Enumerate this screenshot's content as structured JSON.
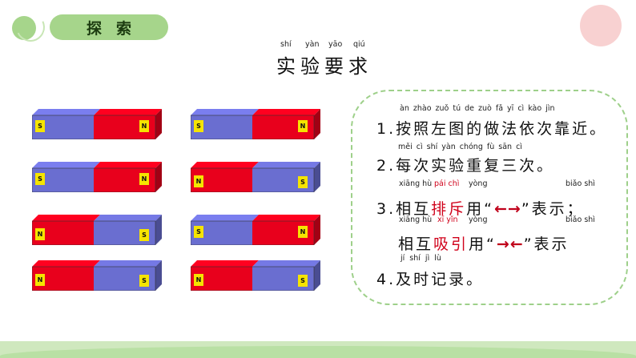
{
  "header": {
    "label": "探索"
  },
  "title": {
    "pinyin": [
      "shí",
      "yàn",
      "yāo",
      "qiú"
    ],
    "text": "实验要求"
  },
  "magnets": [
    {
      "left": "S",
      "right": "N",
      "left_color": "#6a6ed0",
      "right_color": "#e8001c"
    },
    {
      "left": "S",
      "right": "N",
      "left_color": "#6a6ed0",
      "right_color": "#e8001c"
    },
    {
      "left": "S",
      "right": "N",
      "left_color": "#6a6ed0",
      "right_color": "#e8001c"
    },
    {
      "left": "N",
      "right": "S",
      "left_color": "#e8001c",
      "right_color": "#6a6ed0"
    },
    {
      "left": "N",
      "right": "S",
      "left_color": "#e8001c",
      "right_color": "#6a6ed0"
    },
    {
      "left": "S",
      "right": "N",
      "left_color": "#6a6ed0",
      "right_color": "#e8001c"
    },
    {
      "left": "N",
      "right": "S",
      "left_color": "#e8001c",
      "right_color": "#6a6ed0"
    },
    {
      "left": "N",
      "right": "S",
      "left_color": "#e8001c",
      "right_color": "#6a6ed0"
    }
  ],
  "requirements": {
    "line1": {
      "pinyin": "àn zhào zuǒ tú  de zuò  fǎ   yī  cì  kào  jìn",
      "text": "1.按照左图的做法依次靠近。"
    },
    "line2": {
      "pinyin": "měi  cì  shí yàn chóng fù  sān  cì",
      "text": "2.每次实验重复三次。"
    },
    "line3": {
      "pinyin_a": "xiāng hù",
      "pinyin_red": "pái  chì",
      "pinyin_b": "yòng",
      "pinyin_c": "biǎo  shì",
      "prefix": "3.相互",
      "red": "排斥",
      "mid": "用“",
      "arrows": "←→",
      "suffix": "”表示；"
    },
    "line4": {
      "pinyin_a": "xiāng hù",
      "pinyin_red": "xī   yǐn",
      "pinyin_b": "yòng",
      "pinyin_c": "biǎo  shì",
      "prefix": "相互",
      "red": "吸引",
      "mid": "用“",
      "arrows": "→←",
      "suffix": "”表示"
    },
    "line5": {
      "pinyin": "jí  shí   jì   lù",
      "text": "4.及时记录。"
    }
  },
  "colors": {
    "accent_green": "#a6d58b",
    "pole_red": "#e8001c",
    "pole_blue": "#6a6ed0",
    "label_yellow": "#f5e400"
  }
}
